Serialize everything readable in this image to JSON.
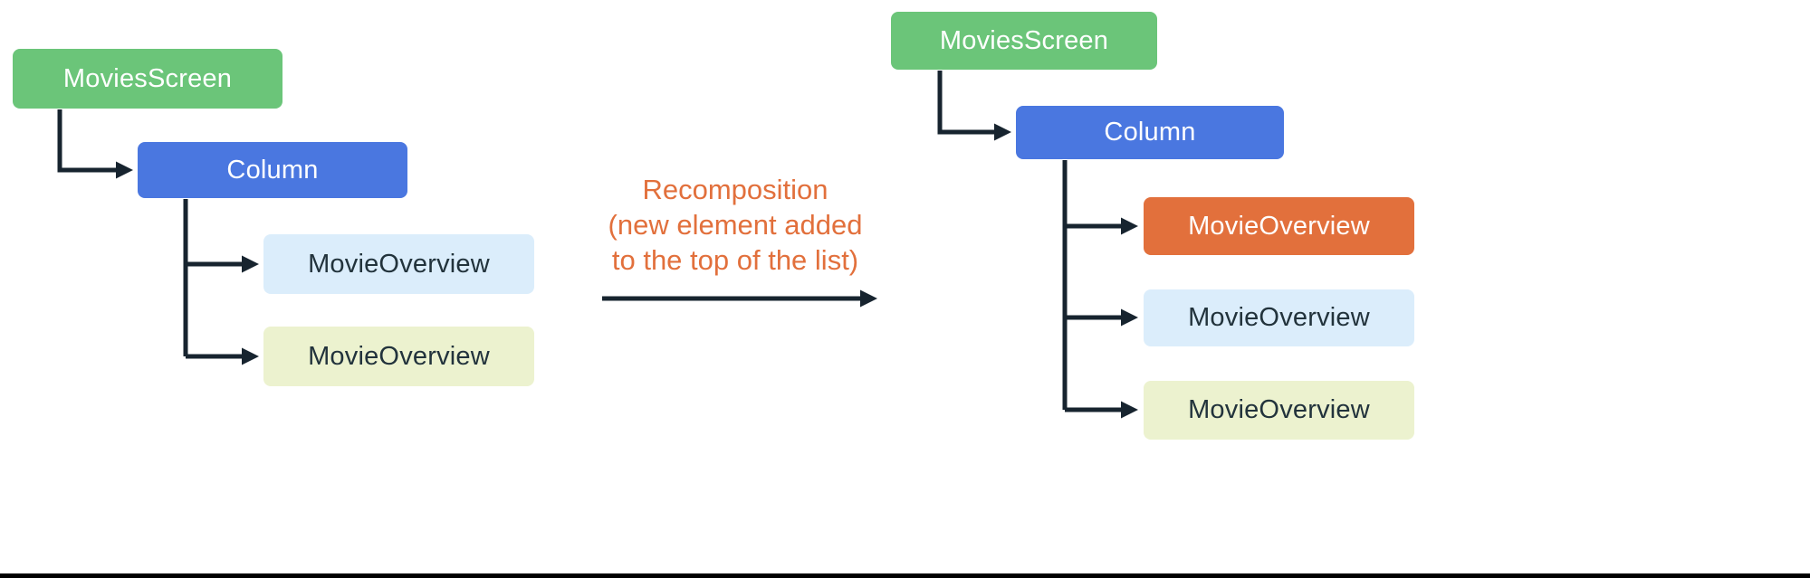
{
  "colors": {
    "green": "#6BC579",
    "blue": "#4A77E0",
    "orange": "#E2703C",
    "light_blue": "#DBEDFB",
    "light_yellow": "#ECF2CF",
    "connector": "#17242F",
    "annotation_text": "#E2703C",
    "background": "#FFFFFF"
  },
  "left_tree": {
    "root": {
      "label": "MoviesScreen"
    },
    "column": {
      "label": "Column"
    },
    "children": [
      {
        "label": "MovieOverview"
      },
      {
        "label": "MovieOverview"
      }
    ]
  },
  "right_tree": {
    "root": {
      "label": "MoviesScreen"
    },
    "column": {
      "label": "Column"
    },
    "children": [
      {
        "label": "MovieOverview"
      },
      {
        "label": "MovieOverview"
      },
      {
        "label": "MovieOverview"
      }
    ]
  },
  "annotation": {
    "line1": "Recomposition",
    "line2": "(new element added",
    "line3": "to the top of the list)"
  }
}
